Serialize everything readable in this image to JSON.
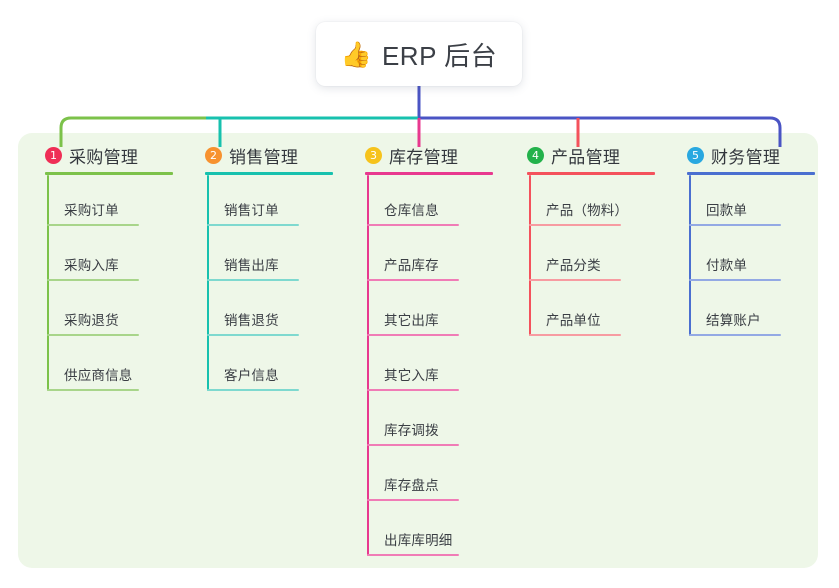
{
  "root": {
    "icon": "thumbs-up-icon",
    "icon_glyph": "👍",
    "title": "ERP 后台"
  },
  "colors": {
    "panel_background": "#eef7e8",
    "page_background": "#ffffff",
    "root_text": "#3b3f46",
    "bus_green": "#7cc24a",
    "bus_teal": "#17c1ae",
    "bus_blue": "#4a54c4"
  },
  "columns": [
    {
      "number": "1",
      "badge_color": "#ef2e56",
      "line_color": "#7cc24a",
      "rule_color": "#a8d58a",
      "drop_color": "#7cc24a",
      "title": "采购管理",
      "items": [
        "采购订单",
        "采购入库",
        "采购退货",
        "供应商信息"
      ]
    },
    {
      "number": "2",
      "badge_color": "#f7922f",
      "line_color": "#17c1ae",
      "rule_color": "#7ed9cf",
      "drop_color": "#17c1ae",
      "title": "销售管理",
      "items": [
        "销售订单",
        "销售出库",
        "销售退货",
        "客户信息"
      ]
    },
    {
      "number": "3",
      "badge_color": "#f6c31c",
      "line_color": "#e8398f",
      "rule_color": "#f07cb6",
      "drop_color": "#e8398f",
      "title": "库存管理",
      "items": [
        "仓库信息",
        "产品库存",
        "其它出库",
        "其它入库",
        "库存调拨",
        "库存盘点",
        "出库库明细"
      ]
    },
    {
      "number": "4",
      "badge_color": "#23b24b",
      "line_color": "#f4525c",
      "rule_color": "#f79ba1",
      "drop_color": "#f4525c",
      "title": "产品管理",
      "items": [
        "产品（物料）",
        "产品分类",
        "产品单位"
      ]
    },
    {
      "number": "5",
      "badge_color": "#29a8e0",
      "line_color": "#4a6fd0",
      "rule_color": "#93a9e4",
      "drop_color": "#4a6fd0",
      "title": "财务管理",
      "items": [
        "回款单",
        "付款单",
        "结算账户"
      ]
    }
  ]
}
